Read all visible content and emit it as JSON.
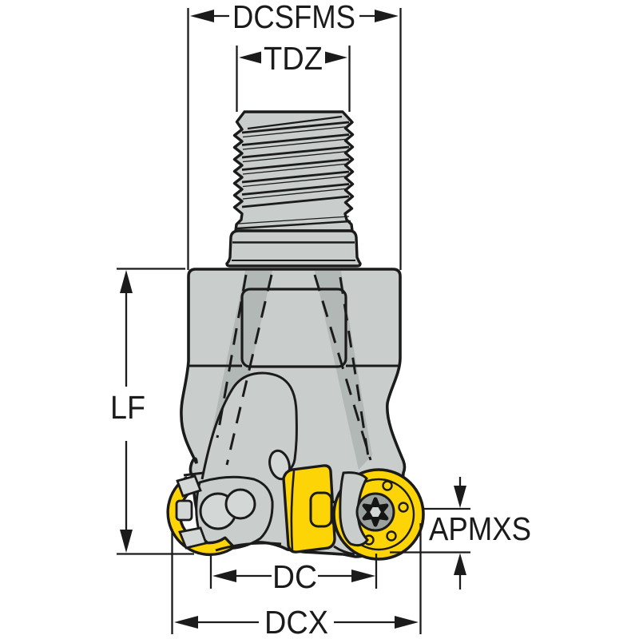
{
  "figure": {
    "kind": "technical-dimension-drawing",
    "dimension_labels": {
      "dcsfms": "DCSFMS",
      "tdz": "TDZ",
      "lf": "LF",
      "dc": "DC",
      "dcx": "DCX",
      "apmxs": "APMXS"
    },
    "colors": {
      "background": "#ffffff",
      "outline": "#1b1b1b",
      "body_gray": "#c9cecd",
      "detail_gray": "#d3d8d6",
      "band_gray": "#b2b8b6",
      "insert_yellow": "#fdd405",
      "screw_ring_gray": "#9aa19f",
      "screw_dark": "#151515"
    }
  }
}
